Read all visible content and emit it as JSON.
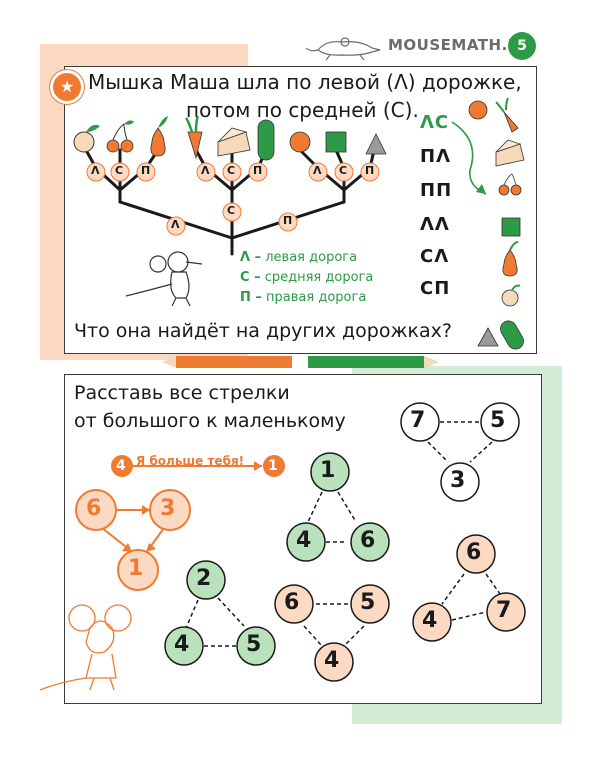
{
  "header": {
    "site": "MOUSEMATH.RU",
    "page_number": "5"
  },
  "task1": {
    "line1": "Мышка Маша шла по левой (Λ) дорожке,",
    "line2": "потом по средней (С).",
    "question": "Что она найдёт на других дорожках?",
    "legend": [
      {
        "key": "Λ –",
        "text": "левая  дорога"
      },
      {
        "key": "С –",
        "text": "средняя  дорога"
      },
      {
        "key": "П –",
        "text": "правая  дорога"
      }
    ],
    "tree_labels": {
      "l": "Λ",
      "c": "С",
      "p": "П"
    },
    "codes": [
      "ΛС",
      "ПΛ",
      "ПП",
      "ΛΛ",
      "СΛ",
      "СП"
    ],
    "colors": {
      "orange": "#ef7a32",
      "green": "#2c9a46",
      "gray": "#9a9a9a",
      "peach": "#fbd9c2",
      "lightgreen": "#d3ecd4",
      "cheese": "#f6d9b8"
    }
  },
  "task2": {
    "line1": "Расставь все стрелки",
    "line2": "от большого к маленькому",
    "example_text": "Я  больше  тебя!",
    "example_pair": [
      "4",
      "1"
    ],
    "example_triangle": [
      "6",
      "3",
      "1"
    ],
    "triangles": [
      {
        "top": "7",
        "right": "5",
        "bottom": "3"
      },
      {
        "top": "1",
        "left": "4",
        "right": "6"
      },
      {
        "top": "2",
        "left": "4",
        "right": "5"
      },
      {
        "top": "6",
        "left": "4",
        "right": "7"
      },
      {
        "left": "6",
        "right": "5",
        "bottom": "4"
      }
    ]
  }
}
